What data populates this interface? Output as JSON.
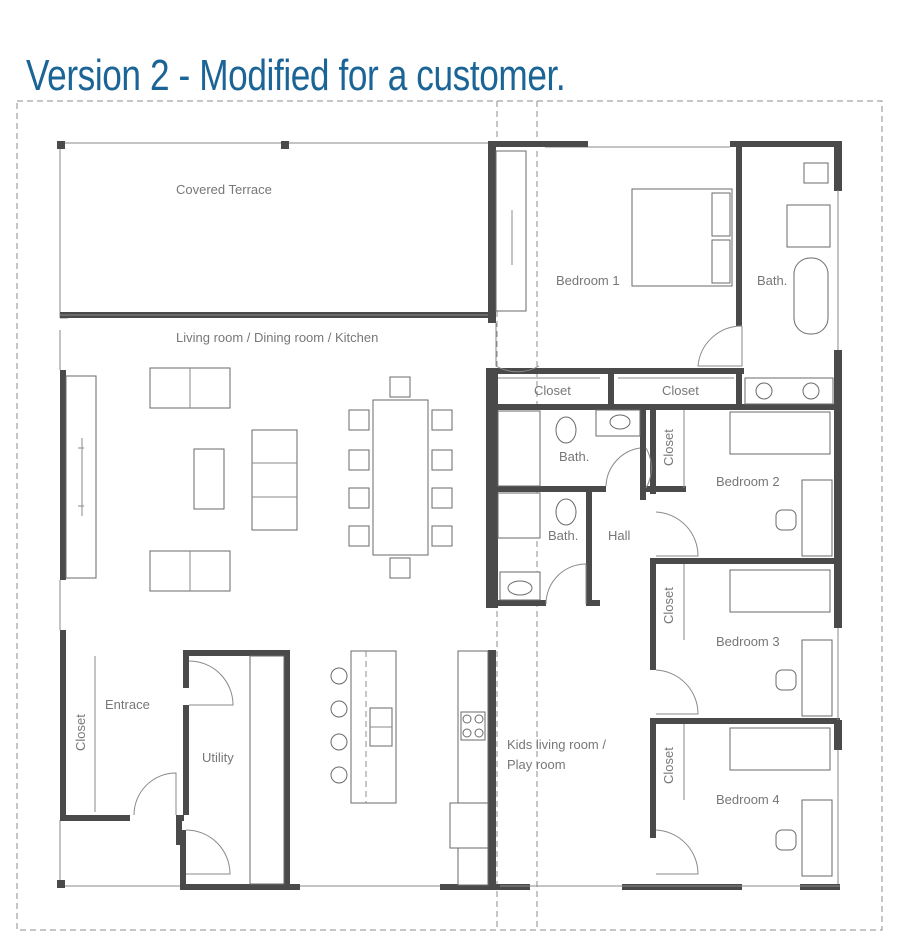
{
  "title": "Version 2 - Modified for a customer.",
  "rooms": {
    "covered_terrace": "Covered Terrace",
    "living": "Living room / Dining room / Kitchen",
    "bedroom1": "Bedroom 1",
    "bath_master": "Bath.",
    "closet_a": "Closet",
    "closet_b": "Closet",
    "bath_2": "Bath.",
    "bath_3": "Bath.",
    "hall": "Hall",
    "bedroom2": "Bedroom 2",
    "bedroom3": "Bedroom 3",
    "bedroom4": "Bedroom 4",
    "closet_b2": "Closet",
    "closet_b3": "Closet",
    "closet_b4": "Closet",
    "closet_entry": "Closet",
    "entrance": "Entrace",
    "utility": "Utility",
    "kids_line1": "Kids living room /",
    "kids_line2": "Play room"
  },
  "colors": {
    "title": "#1b6496",
    "wall": "#4a4a4a",
    "line": "#8a8a8a"
  }
}
